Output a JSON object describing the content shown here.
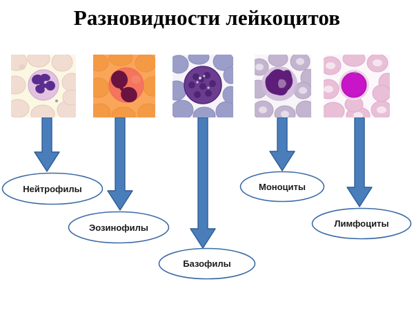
{
  "title": "Разновидности лейкоцитов",
  "colors": {
    "arrow_fill": "#4a7ebb",
    "arrow_stroke": "#2d5d94",
    "ellipse_stroke": "#3b6ba5",
    "ellipse_fill": "#ffffff",
    "label_text": "#1a1a1a",
    "title_text": "#000000",
    "background": "#ffffff"
  },
  "cells": [
    {
      "name": "neutrophil",
      "label": "Нейтрофилы",
      "bg": "#faf7e3",
      "rbc": "#f0d8cf",
      "rbc_edge": "#e6c4b8",
      "cytoplasm": "#ddb9dd",
      "nucleus": "#5b2d90"
    },
    {
      "name": "eosinophil",
      "label": "Эозинофилы",
      "bg": "#f7a котор",
      "rbc": "#f5a95c",
      "rbc_edge": "#ef9440",
      "cytoplasm": "#f4745e",
      "nucleus": "#6b1340"
    },
    {
      "name": "basophil",
      "label": "Базофилы",
      "bg": "#f5f2f8",
      "rbc": "#9a9ec8",
      "rbc_edge": "#8286b8",
      "cytoplasm": "#6b3c8f",
      "nucleus": "#4a2170"
    },
    {
      "name": "monocyte",
      "label": "Моноциты",
      "bg": "#f7f4f8",
      "rbc": "#c3b4cf",
      "rbc_edge": "#b0a0c0",
      "cytoplasm": "#cdbad8",
      "nucleus": "#5f1d7a"
    },
    {
      "name": "lymphocyte",
      "label": "Лимфоциты",
      "bg": "#fbf6fa",
      "rbc": "#e9bfd8",
      "rbc_edge": "#dfa9c9",
      "cytoplasm": "#efd6e8",
      "nucleus": "#c715c7"
    }
  ]
}
